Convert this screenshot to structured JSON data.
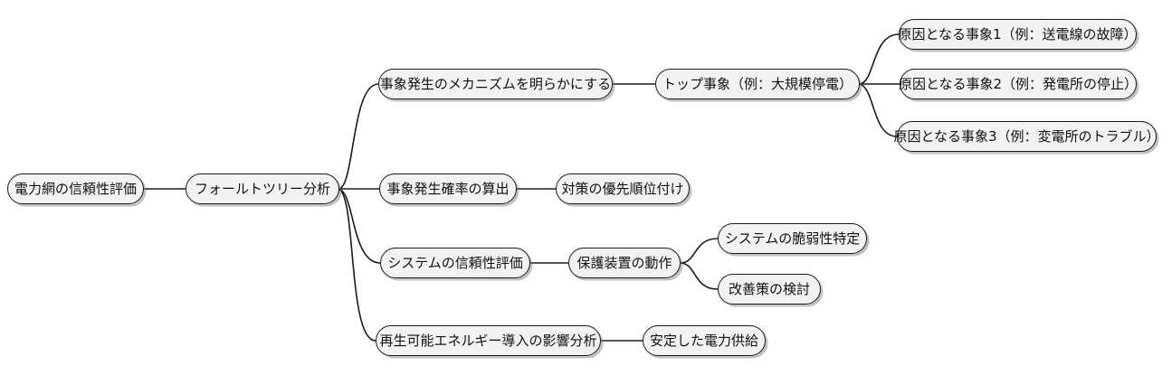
{
  "diagram": {
    "type": "mind-map",
    "title": "",
    "background_color": "#ffffff",
    "node_fill_color": "#f2f2f2",
    "node_border_color": "#1a1a1a",
    "edge_color": "#1a1a1a",
    "text_color": "#111111"
  },
  "nodes": {
    "root": {
      "label": "電力網の信頼性評価",
      "level": 0
    },
    "fta": {
      "label": "フォールトツリー分析",
      "level": 1
    },
    "branch1": {
      "label": "事象発生のメカニズムを明らかにする",
      "level": 2
    },
    "branch1_child": {
      "label": "トップ事象（例：大規模停電）",
      "level": 3
    },
    "cause1": {
      "label": "原因となる事象1（例：送電線の故障）",
      "level": 4
    },
    "cause2": {
      "label": "原因となる事象2（例：発電所の停止）",
      "level": 4
    },
    "cause3": {
      "label": "原因となる事象3（例：変電所のトラブル）",
      "level": 4
    },
    "branch2": {
      "label": "事象発生確率の算出",
      "level": 2
    },
    "branch2_child": {
      "label": "対策の優先順位付け",
      "level": 3
    },
    "branch3": {
      "label": "システムの信頼性評価",
      "level": 2
    },
    "branch3_child": {
      "label": "保護装置の動作",
      "level": 3
    },
    "branch3_gc1": {
      "label": "システムの脆弱性特定",
      "level": 4
    },
    "branch3_gc2": {
      "label": "改善策の検討",
      "level": 4
    },
    "branch4": {
      "label": "再生可能エネルギー導入の影響分析",
      "level": 2
    },
    "branch4_child": {
      "label": "安定した電力供給",
      "level": 3
    }
  },
  "edges": [
    {
      "from": "root",
      "to": "fta"
    },
    {
      "from": "fta",
      "to": "branch1"
    },
    {
      "from": "fta",
      "to": "branch2"
    },
    {
      "from": "fta",
      "to": "branch3"
    },
    {
      "from": "fta",
      "to": "branch4"
    },
    {
      "from": "branch1",
      "to": "branch1_child"
    },
    {
      "from": "branch1_child",
      "to": "cause1"
    },
    {
      "from": "branch1_child",
      "to": "cause2"
    },
    {
      "from": "branch1_child",
      "to": "cause3"
    },
    {
      "from": "branch2",
      "to": "branch2_child"
    },
    {
      "from": "branch3",
      "to": "branch3_child"
    },
    {
      "from": "branch3_child",
      "to": "branch3_gc1"
    },
    {
      "from": "branch3_child",
      "to": "branch3_gc2"
    },
    {
      "from": "branch4",
      "to": "branch4_child"
    }
  ]
}
